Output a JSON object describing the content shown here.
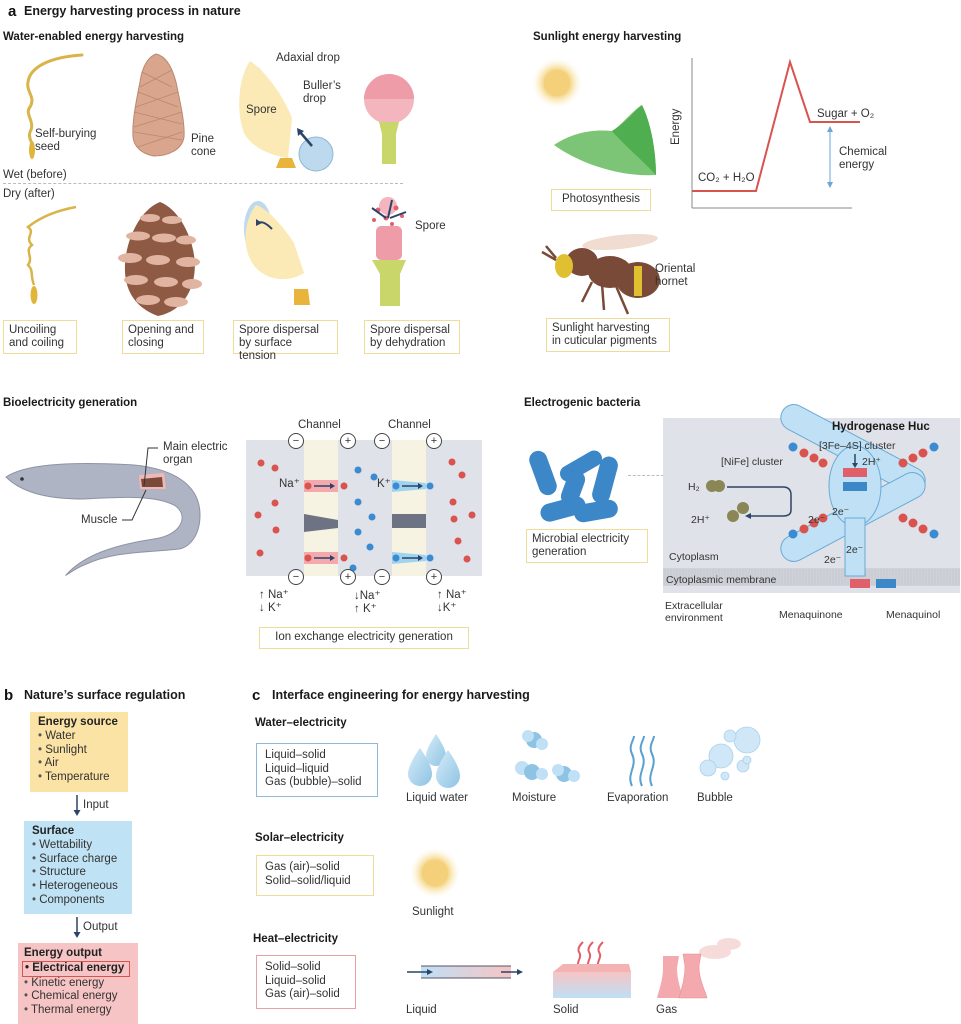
{
  "panel_a": {
    "letter": "a",
    "title": "Energy harvesting process in nature",
    "water": {
      "title": "Water-enabled energy harvesting",
      "wet_label": "Wet (before)",
      "dry_label": "Dry (after)",
      "labels": {
        "self_burying_seed": [
          "Self-burying",
          "seed"
        ],
        "pine_cone": [
          "Pine",
          "cone"
        ],
        "adaxial_drop": "Adaxial drop",
        "bullers_drop": [
          "Buller’s",
          "drop"
        ],
        "spore_wet": "Spore",
        "spore_dry": "Spore"
      },
      "captions": [
        [
          "Uncoiling",
          "and coiling"
        ],
        [
          "Opening and",
          "closing"
        ],
        [
          "Spore dispersal",
          "by surface tension"
        ],
        [
          "Spore dispersal",
          "by dehydration"
        ]
      ]
    },
    "sunlight": {
      "title": "Sunlight energy harvesting",
      "photosynthesis_caption": "Photosynthesis",
      "hornet_label": [
        "Oriental",
        "hornet"
      ],
      "hornet_caption": [
        "Sunlight harvesting",
        "in cuticular pigments"
      ],
      "energy_plot": {
        "ylabel": "Energy",
        "reactants": "CO₂ + H₂O",
        "products": "Sugar + O₂",
        "delta_label": [
          "Chemical",
          "energy"
        ]
      }
    },
    "bioelectricity": {
      "title": "Bioelectricity generation",
      "main_organ_label": [
        "Main electric",
        "organ"
      ],
      "muscle_label": "Muscle",
      "channel_labels": [
        "Channel",
        "Channel"
      ],
      "charges_top": [
        "−",
        "+",
        "−",
        "+"
      ],
      "charges_bottom": [
        "−",
        "+",
        "−",
        "+"
      ],
      "na_ion": "Na⁺",
      "k_ion": "K⁺",
      "gradient_left": [
        "↑ Na⁺",
        "↓ K⁺"
      ],
      "gradient_mid": [
        "↓Na⁺",
        "↑ K⁺"
      ],
      "gradient_right": [
        "↑ Na⁺",
        "↓K⁺"
      ],
      "caption": "Ion exchange electricity generation"
    },
    "bacteria": {
      "title": "Electrogenic bacteria",
      "caption": [
        "Microbial electricity",
        "generation"
      ],
      "enzyme_title": "Hydrogenase Huc",
      "cluster_3fe4s": "[3Fe–4S] cluster",
      "cluster_nife": "[NiFe] cluster",
      "h2": "H₂",
      "two_h_left": "2H⁺",
      "two_h_top": "2H⁺",
      "electron_labels": [
        "2e⁻",
        "2e⁻",
        "2e⁻",
        "2e⁻"
      ],
      "cytoplasm": "Cytoplasm",
      "membrane": "Cytoplasmic membrane",
      "extracellular": [
        "Extracellular",
        "environment"
      ],
      "menaquinone": "Menaquinone",
      "menaquinol": "Menaquinol"
    }
  },
  "panel_b": {
    "letter": "b",
    "title": "Nature’s surface regulation",
    "energy_source": {
      "heading": "Energy source",
      "items": [
        "Water",
        "Sunlight",
        "Air",
        "Temperature"
      ]
    },
    "input_label": "Input",
    "surface": {
      "heading": "Surface",
      "items": [
        "Wettability",
        "Surface charge",
        "Structure",
        "Heterogeneous",
        "Components"
      ]
    },
    "output_label": "Output",
    "energy_output": {
      "heading": "Energy output",
      "highlighted": "Electrical energy",
      "items": [
        "Kinetic energy",
        "Chemical energy",
        "Thermal energy"
      ]
    }
  },
  "panel_c": {
    "letter": "c",
    "title": "Interface engineering for energy harvesting",
    "water_electricity": {
      "title": "Water–electricity",
      "interfaces": [
        "Liquid–solid",
        "Liquid–liquid",
        "Gas (bubble)–solid"
      ],
      "sources": [
        "Liquid water",
        "Moisture",
        "Evaporation",
        "Bubble"
      ]
    },
    "solar_electricity": {
      "title": "Solar–electricity",
      "interfaces": [
        "Gas (air)–solid",
        "Solid–solid/liquid"
      ],
      "sources": [
        "Sunlight"
      ]
    },
    "heat_electricity": {
      "title": "Heat–electricity",
      "interfaces": [
        "Solid–solid",
        "Liquid–solid",
        "Gas (air)–solid"
      ],
      "sources": [
        "Liquid",
        "Solid",
        "Gas"
      ]
    }
  },
  "colors": {
    "caption_border": "#f0dc9a",
    "energy_source_bg": "#fbe3a6",
    "surface_bg": "#bfe3f5",
    "energy_output_bg": "#f6c4c4",
    "water_box_border": "#8fb9d6",
    "heat_box_border": "#e7a1a1",
    "solar_box_border": "#f0dc9a",
    "red_ion": "#d9534f",
    "blue_ion": "#3a8bd1",
    "energy_curve": "#d9534f"
  }
}
